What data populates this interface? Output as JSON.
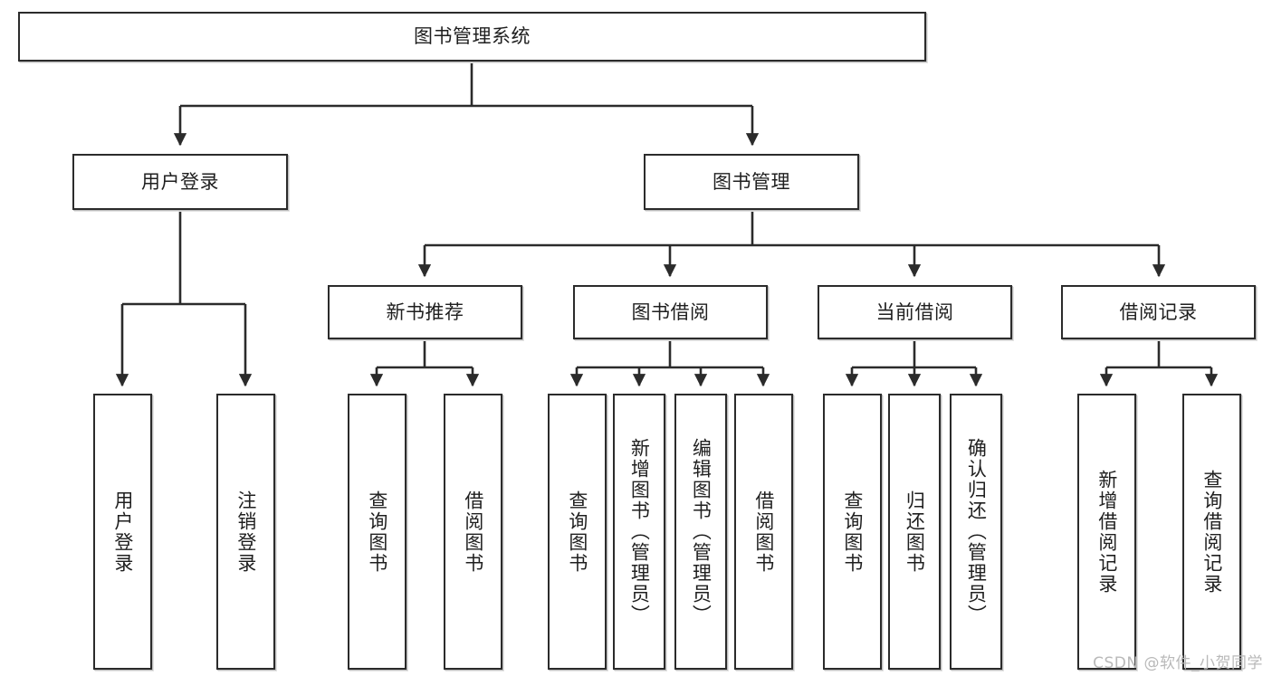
{
  "diagram": {
    "title": "图书管理系统",
    "type": "功能结构图",
    "line_color": "#2b2b2b",
    "box_fill": "#ffffff",
    "text_color": "#1f1f1f"
  },
  "root": {
    "label": "图书管理系统"
  },
  "level2": [
    {
      "label": "用户登录"
    },
    {
      "label": "图书管理"
    }
  ],
  "level3": [
    {
      "label": "新书推荐"
    },
    {
      "label": "图书借阅"
    },
    {
      "label": "当前借阅"
    },
    {
      "label": "借阅记录"
    }
  ],
  "leaves": [
    {
      "label": "用户登录",
      "parent": "用户登录"
    },
    {
      "label": "注销登录",
      "parent": "用户登录"
    },
    {
      "label": "查询图书",
      "parent": "新书推荐"
    },
    {
      "label": "借阅图书",
      "parent": "新书推荐"
    },
    {
      "label": "查询图书",
      "parent": "图书借阅"
    },
    {
      "label": "新增图书（管理员）",
      "parent": "图书借阅"
    },
    {
      "label": "编辑图书（管理员）",
      "parent": "图书借阅"
    },
    {
      "label": "借阅图书",
      "parent": "图书借阅"
    },
    {
      "label": "查询图书",
      "parent": "当前借阅"
    },
    {
      "label": "归还图书",
      "parent": "当前借阅"
    },
    {
      "label": "确认归还（管理员）",
      "parent": "当前借阅"
    },
    {
      "label": "新增借阅记录",
      "parent": "借阅记录"
    },
    {
      "label": "查询借阅记录",
      "parent": "借阅记录"
    }
  ],
  "watermark": {
    "text": "CSDN @软件_小贺同学"
  }
}
